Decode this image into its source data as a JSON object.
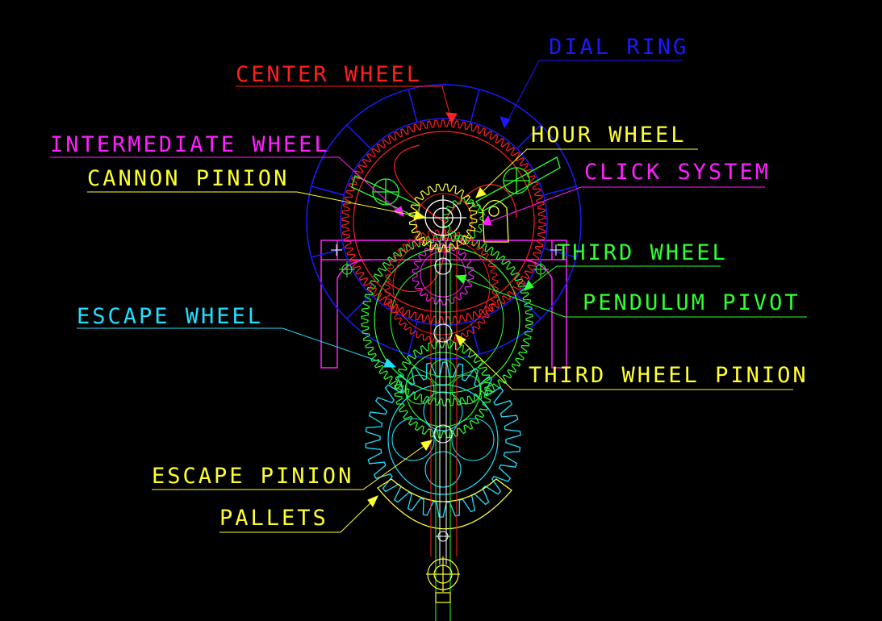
{
  "labels": {
    "dial_ring": "DIAL RING",
    "center_wheel": "CENTER WHEEL",
    "intermediate_wheel": "INTERMEDIATE WHEEL",
    "cannon_pinion": "CANNON PINION",
    "hour_wheel": "HOUR WHEEL",
    "click_system": "CLICK SYSTEM",
    "third_wheel": "THIRD WHEEL",
    "pendulum_pivot": "PENDULUM PIVOT",
    "escape_wheel": "ESCAPE WHEEL",
    "third_wheel_pinion": "THIRD WHEEL PINION",
    "escape_pinion": "ESCAPE PINION",
    "pallets": "PALLETS"
  },
  "colors": {
    "background": "#000000",
    "dial_ring": "#1a1aff",
    "center_wheel": "#ff2020",
    "intermediate_wheel": "#ff20ff",
    "cannon_pinion": "#ffff30",
    "hour_wheel": "#ffff30",
    "click_system": "#ff20ff",
    "third_wheel": "#30ff30",
    "pendulum_pivot": "#30ff30",
    "escape_wheel": "#20e0ff",
    "third_wheel_pinion": "#ffff30",
    "escape_pinion": "#ffff30",
    "pallets": "#ffff30",
    "frame": "#ff20ff",
    "white": "#ffffff"
  }
}
